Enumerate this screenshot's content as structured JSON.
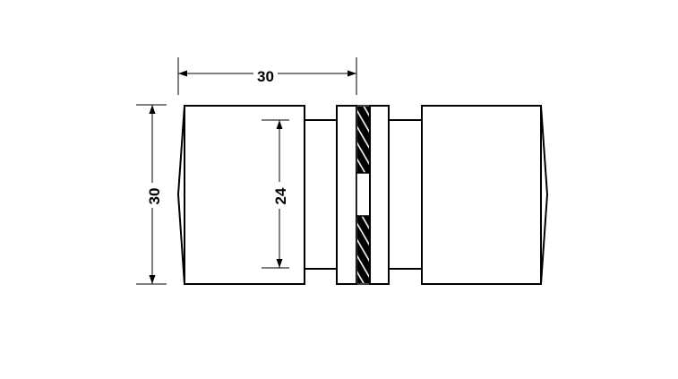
{
  "drawing": {
    "dimensions": {
      "overall_width": "30",
      "overall_height": "30",
      "inner_height": "24"
    },
    "colors": {
      "stroke": "#000000",
      "background": "#ffffff",
      "hatch": "#000000",
      "label_box": "#ffffff"
    }
  }
}
